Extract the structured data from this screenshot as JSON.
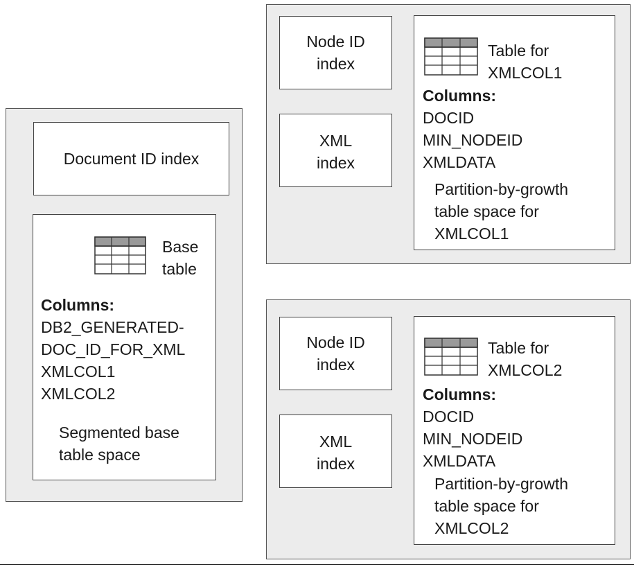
{
  "base_space": {
    "docid_index_label": "Document ID index",
    "base_table_label_line1": "Base",
    "base_table_label_line2": "table",
    "columns_heading": "Columns:",
    "columns": [
      "DB2_GENERATED-",
      "DOC_ID_FOR_XML",
      "XMLCOL1",
      "XMLCOL2"
    ],
    "space_label_line1": "Segmented base",
    "space_label_line2": "table space"
  },
  "xml_spaces": [
    {
      "node_index_line1": "Node ID",
      "node_index_line2": "index",
      "xml_index_line1": "XML",
      "xml_index_line2": "index",
      "table_label_line1": "Table for",
      "table_label_line2": "XMLCOL1",
      "columns_heading": "Columns:",
      "columns": [
        "DOCID",
        "MIN_NODEID",
        "XMLDATA"
      ],
      "space_label_line1": "Partition-by-growth",
      "space_label_line2": "table space for",
      "space_label_line3": "XMLCOL1"
    },
    {
      "node_index_line1": "Node ID",
      "node_index_line2": "index",
      "xml_index_line1": "XML",
      "xml_index_line2": "index",
      "table_label_line1": "Table for",
      "table_label_line2": "XMLCOL2",
      "columns_heading": "Columns:",
      "columns": [
        "DOCID",
        "MIN_NODEID",
        "XMLDATA"
      ],
      "space_label_line1": "Partition-by-growth",
      "space_label_line2": "table space for",
      "space_label_line3": "XMLCOL2"
    }
  ]
}
